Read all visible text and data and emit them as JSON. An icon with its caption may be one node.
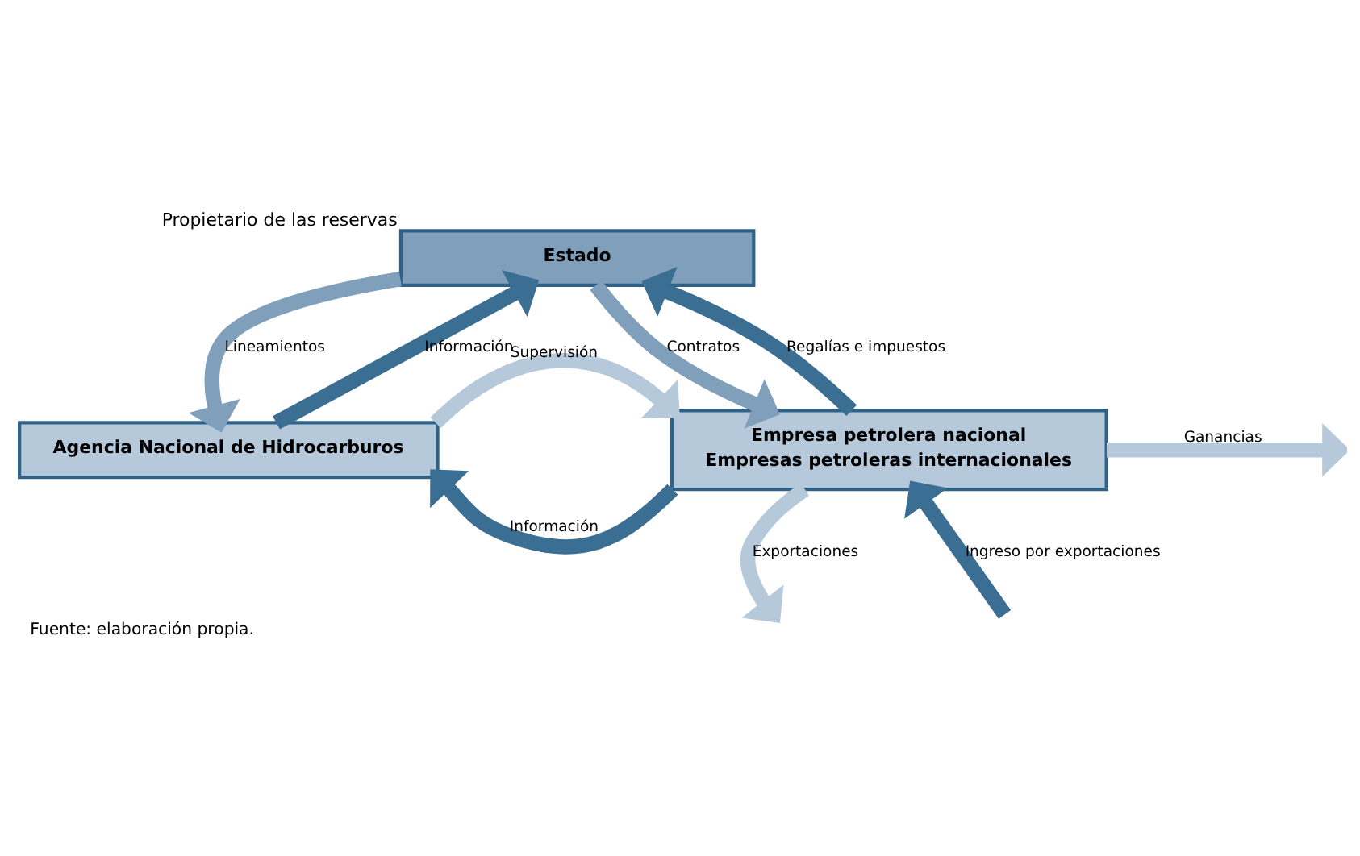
{
  "diagram": {
    "caption": "Fuente: elaboración propia.",
    "nodes": [
      {
        "text": [
          "Estado"
        ],
        "beside": [
          "Propietario de las reservas"
        ]
      },
      {
        "text": [
          "Agencia Nacional de Hidrocarburos"
        ]
      },
      {
        "text": [
          "Empresa petrolera nacional",
          "Empresas petroleras internacionales"
        ]
      }
    ],
    "edges": [
      {
        "from": 0,
        "to": 1,
        "arrow": "to",
        "label": "Lineamientos",
        "color": "#7f9fbb"
      },
      {
        "from": 1,
        "to": 0,
        "arrow": "to",
        "label": "Información"
      },
      {
        "from": 1,
        "to": 2,
        "arrow": "to",
        "label": "Supervisión",
        "color": "#b6c9da"
      },
      {
        "from": 2,
        "to": 1,
        "arrow": "to",
        "label": "Información"
      },
      {
        "from": 0,
        "to": 2,
        "arrow": "to",
        "label": "Contratos",
        "color": "#7f9fbb"
      },
      {
        "from": 2,
        "to": 0,
        "arrow": "to",
        "label": "Regalías e impuestos"
      },
      {
        "from": 2,
        "to": null,
        "arrow": "to",
        "label": "Ganancias",
        "color": "#b6c9da"
      },
      {
        "from": 2,
        "to": null,
        "arrow": "to",
        "label": "Exportaciones",
        "color": "#b6c9da"
      },
      {
        "from": null,
        "to": 2,
        "arrow": "to",
        "label": "Ingreso por exportaciones"
      }
    ]
  }
}
